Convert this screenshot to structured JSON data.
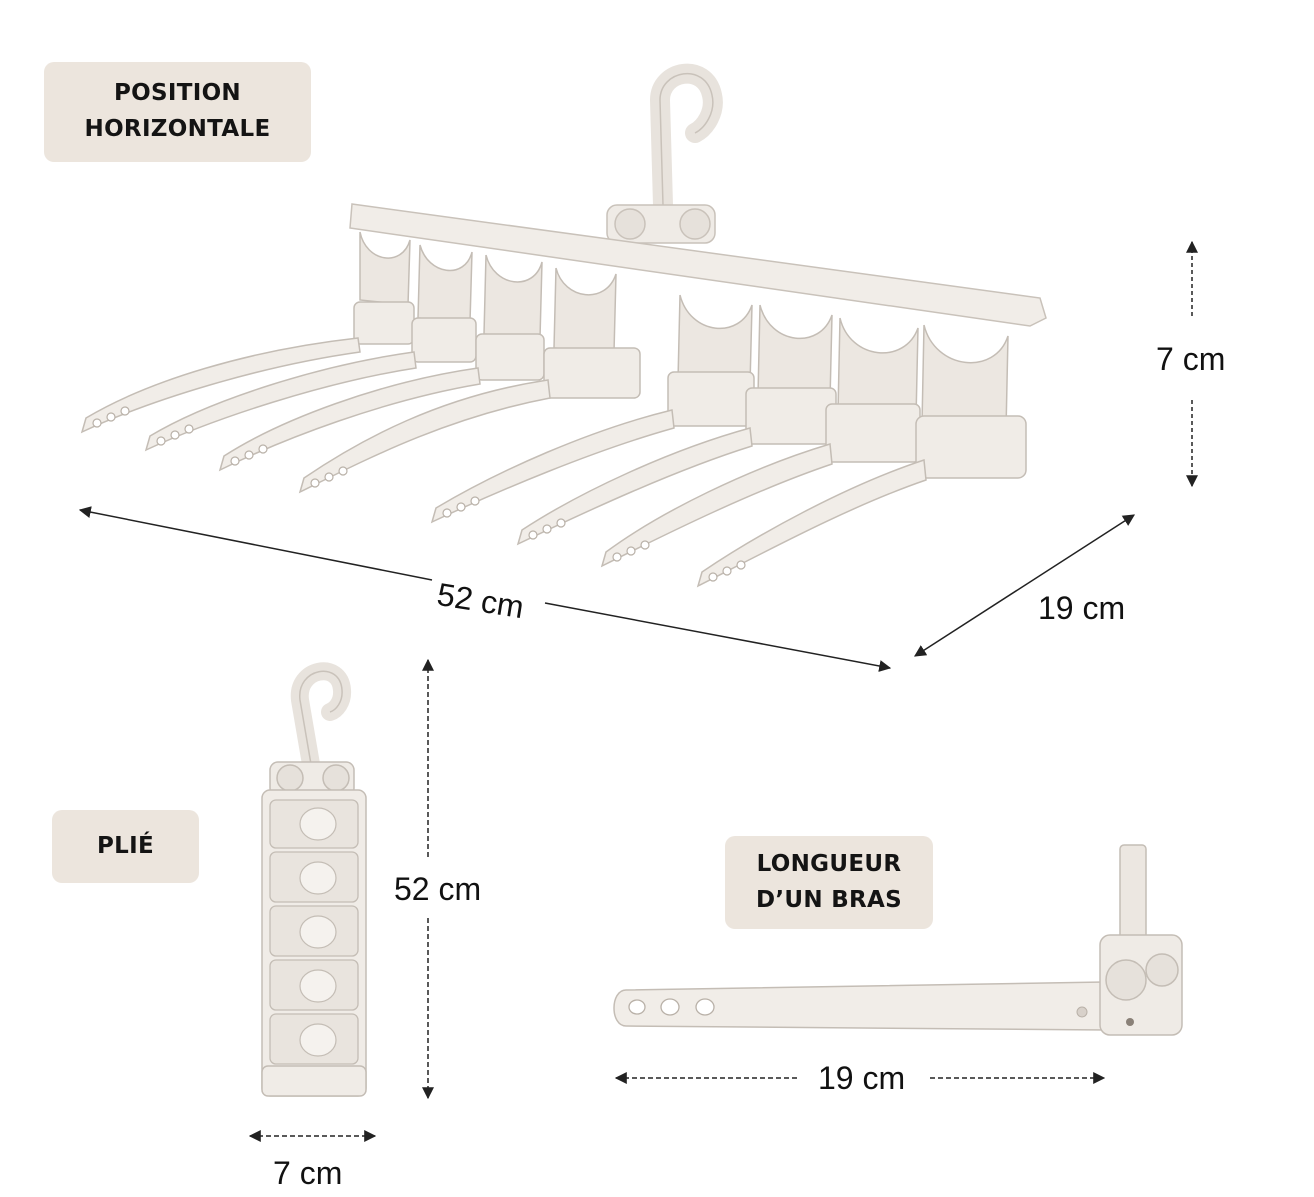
{
  "labels": {
    "horizontal": [
      "POSITION",
      "HORIZONTALE"
    ],
    "folded": "PLIÉ",
    "arm_length": [
      "LONGUEUR",
      "D’UN BRAS"
    ]
  },
  "dimensions": {
    "height_horizontal": "7 cm",
    "width_horizontal": "52 cm",
    "depth_horizontal": "19 cm",
    "folded_height": "52 cm",
    "folded_width": "7 cm",
    "arm_length": "19 cm"
  },
  "colors": {
    "label_bg": "#ece5dd",
    "product": "#efebe6",
    "product_stroke": "#c9c2ba",
    "arrow": "#222222"
  }
}
